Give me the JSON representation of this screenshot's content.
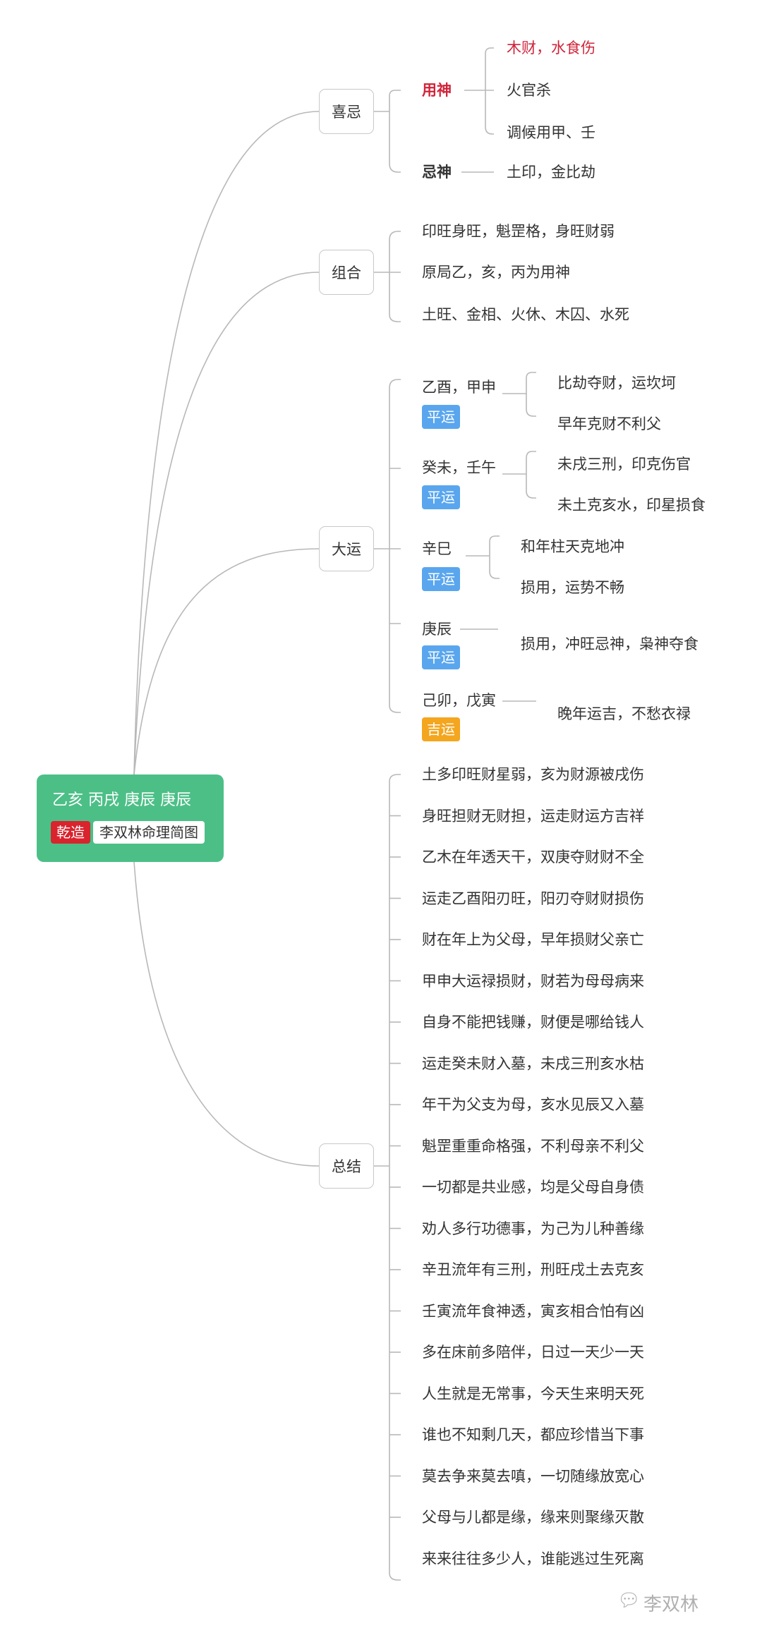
{
  "root": {
    "title": "乙亥 丙戌 庚辰 庚辰",
    "tag_gender": "乾造",
    "tag_title": "李双林命理简图",
    "color": "#4cbf87"
  },
  "xiji": {
    "label": "喜忌",
    "yongshen": {
      "label": "用神",
      "items": [
        "木财，水食伤",
        "火官杀",
        "调候用甲、壬"
      ]
    },
    "jishen": {
      "label": "忌神",
      "item": "土印，金比劫"
    }
  },
  "zuhe": {
    "label": "组合",
    "items": [
      "印旺身旺，魁罡格，身旺财弱",
      "原局乙，亥，丙为用神",
      "土旺、金相、火休、木囚、水死"
    ]
  },
  "dayun": {
    "label": "大运",
    "periods": [
      {
        "name": "乙酉，甲申",
        "badge": "平运",
        "notes": [
          "比劫夺财，运坎坷",
          "早年克财不利父"
        ]
      },
      {
        "name": "癸未，壬午",
        "badge": "平运",
        "notes": [
          "未戌三刑，印克伤官",
          "未土克亥水，印星损食"
        ]
      },
      {
        "name": "辛巳",
        "badge": "平运",
        "notes": [
          "和年柱天克地冲",
          "损用，运势不畅"
        ]
      },
      {
        "name": "庚辰",
        "badge": "平运",
        "notes": [
          "损用，冲旺忌神，枭神夺食"
        ]
      },
      {
        "name": "己卯，戊寅",
        "badge": "吉运",
        "notes": [
          "晚年运吉，不愁衣禄"
        ]
      }
    ]
  },
  "zongjie": {
    "label": "总结",
    "lines": [
      "土多印旺财星弱，亥为财源被戌伤",
      "身旺担财无财担，运走财运方吉祥",
      "乙木在年透天干，双庚夺财财不全",
      "运走乙酉阳刃旺，阳刃夺财财损伤",
      "财在年上为父母，早年损财父亲亡",
      "甲申大运禄损财，财若为母母病来",
      "自身不能把钱赚，财便是哪给钱人",
      "运走癸未财入墓，未戌三刑亥水枯",
      "年干为父支为母，亥水见辰又入墓",
      "魁罡重重命格强，不利母亲不利父",
      "一切都是共业感，均是父母自身债",
      "劝人多行功德事，为己为儿种善缘",
      "辛丑流年有三刑，刑旺戌土去克亥",
      "壬寅流年食神透，寅亥相合怕有凶",
      "多在床前多陪伴，日过一天少一天",
      "人生就是无常事，今天生来明天死",
      "谁也不知剩几天，都应珍惜当下事",
      "莫去争来莫去嗔，一切随缘放宽心",
      "父母与儿都是缘，缘来则聚缘灭散",
      "来来往往多少人，谁能逃过生死离"
    ]
  },
  "watermark": {
    "icon": "chat-bubble-icon",
    "text": "李双林"
  },
  "colors": {
    "line": "#b8b8b8",
    "badge_blue": "#5aa6ee",
    "badge_orange": "#f4a61f",
    "accent_red": "#d0243a"
  }
}
